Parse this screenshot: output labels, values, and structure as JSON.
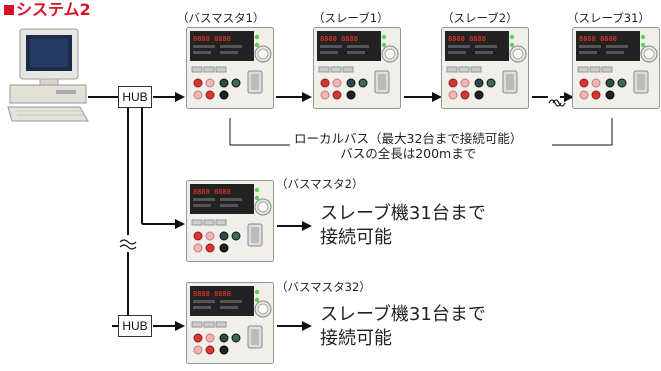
{
  "title": "システム2",
  "hubs": [
    "HUB",
    "HUB"
  ],
  "units": {
    "master1": "（バスマスタ1）",
    "slave1": "（スレーブ1）",
    "slave2": "（スレーブ2）",
    "slave31": "（スレーブ31）",
    "master2": "（バスマスタ2）",
    "master32": "（バスマスタ32）"
  },
  "bus_note": {
    "line1": "ローカルバス（最大32台まで接続可能）",
    "line2": "バスの全長は200mまで"
  },
  "slave_note": {
    "line1": "スレーブ機31台まで",
    "line2": "接続可能"
  },
  "display_text": "8888 8888"
}
